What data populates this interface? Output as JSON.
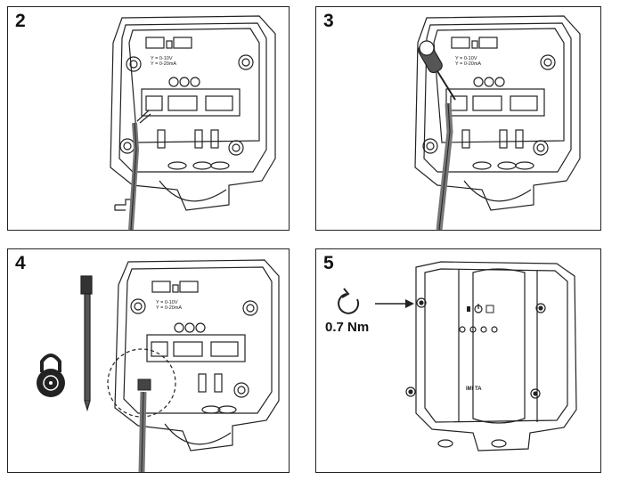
{
  "steps": [
    {
      "number": "2"
    },
    {
      "number": "3"
    },
    {
      "number": "4"
    },
    {
      "number": "5"
    }
  ],
  "device_labels": {
    "signal_voltage": "Y = 0-10V",
    "signal_current": "Y = 0-20mA",
    "brand": "IMI TA"
  },
  "torque": "0.7 Nm",
  "colors": {
    "line": "#222222",
    "cable": "#777777",
    "paper": "#ffffff"
  }
}
